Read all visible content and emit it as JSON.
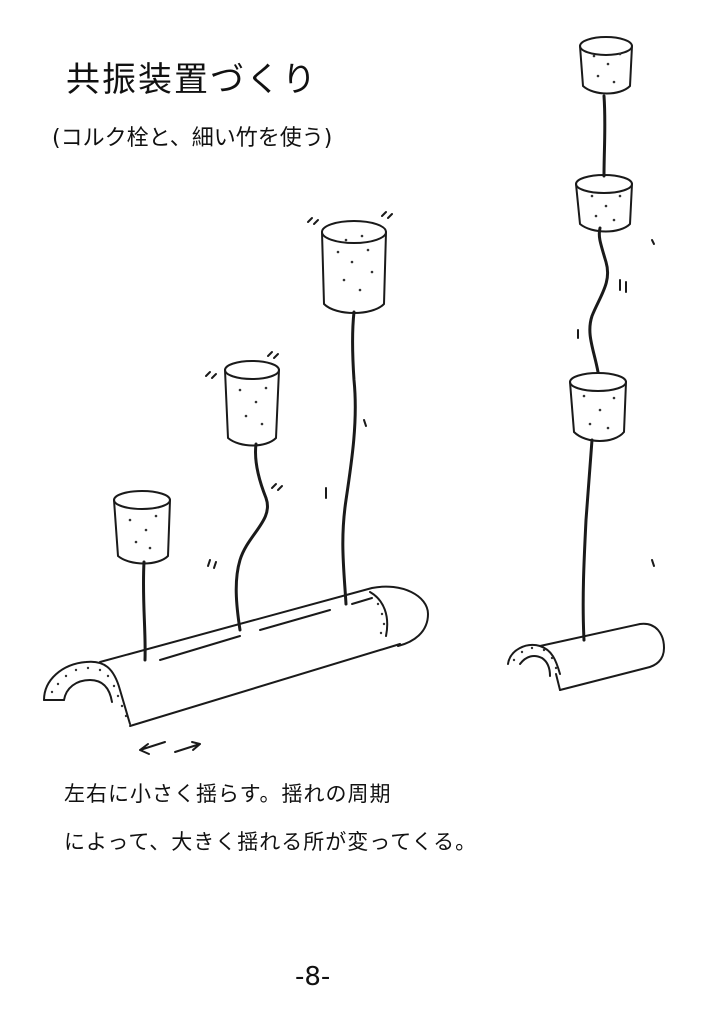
{
  "title": "共振装置づくり",
  "subtitle": "(コルク栓と、細い竹を使う)",
  "caption_line1": "左右に小さく揺らす。揺れの周期",
  "caption_line2": "によって、大きく揺れる所が変ってくる。",
  "page_number": "-8-"
}
